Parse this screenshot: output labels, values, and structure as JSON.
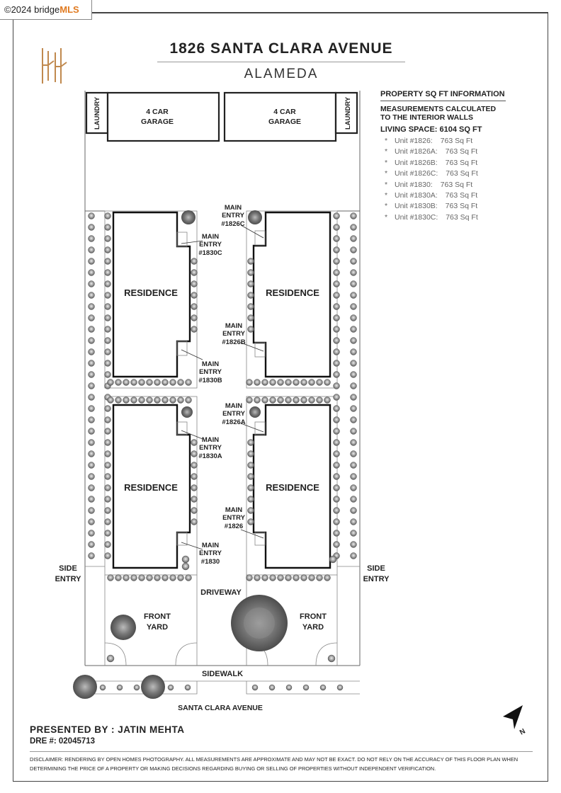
{
  "badge": {
    "copyright": "©2024 bridge",
    "mls": "MLS"
  },
  "header": {
    "address": "1826 SANTA CLARA AVENUE",
    "city": "ALAMEDA"
  },
  "info": {
    "heading": "PROPERTY SQ FT INFORMATION",
    "measurements_line1": "MEASUREMENTS CALCULATED",
    "measurements_line2": "TO THE INTERIOR WALLS",
    "living_space": "LIVING SPACE: 6104 SQ FT",
    "units": [
      {
        "name": "Unit #1826:",
        "sqft": "763 Sq Ft"
      },
      {
        "name": "Unit #1826A:",
        "sqft": "763 Sq Ft"
      },
      {
        "name": "Unit #1826B:",
        "sqft": "763 Sq Ft"
      },
      {
        "name": "Unit #1826C:",
        "sqft": "763 Sq Ft"
      },
      {
        "name": "Unit #1830:",
        "sqft": "763 Sq Ft"
      },
      {
        "name": "Unit #1830A:",
        "sqft": "763 Sq Ft"
      },
      {
        "name": "Unit #1830B:",
        "sqft": "763 Sq Ft"
      },
      {
        "name": "Unit #1830C:",
        "sqft": "763 Sq Ft"
      }
    ]
  },
  "plan": {
    "laundry": "LAUNDRY",
    "garage_l1": "4 CAR",
    "garage_l2": "GARAGE",
    "residence": "RESIDENCE",
    "main": "MAIN",
    "entry": "ENTRY",
    "entries": {
      "e1826c": "#1826C",
      "e1830c": "#1830C",
      "e1826b": "#1826B",
      "e1830b": "#1830B",
      "e1826a": "#1826A",
      "e1830a": "#1830A",
      "e1826": "#1826",
      "e1830": "#1830"
    },
    "side": "SIDE",
    "driveway": "DRIVEWAY",
    "front": "FRONT",
    "yard": "YARD",
    "sidewalk": "SIDEWALK",
    "street": "SANTA CLARA AVENUE",
    "north": "N"
  },
  "footer": {
    "presented": "PRESENTED BY : JATIN MEHTA",
    "dre": "DRE #: 02045713",
    "disclaimer": "DISCLAIMER: RENDERING BY OPEN HOMES PHOTOGRAPHY. ALL MEASUREMENTS ARE APPROXIMATE AND MAY NOT BE EXACT. DO NOT RELY ON THE ACCURACY OF THIS FLOOR PLAN WHEN DETERMINING THE PRICE OF A PROPERTY OR MAKING DECISIONS REGARDING BUYING OR SELLING OF PROPERTIES WITHOUT INDEPENDENT VERIFICATION."
  }
}
